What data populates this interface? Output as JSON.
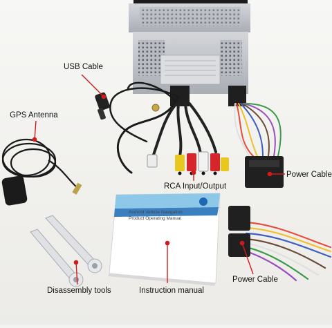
{
  "labels": {
    "usb": "USB  Cable",
    "gps": "GPS  Antenna",
    "power_top": "Power Cable",
    "rca": "RCA Input/Output",
    "disassembly": "Disassembly tools",
    "manual": "Instruction manual",
    "power_bottom": "Power Cable"
  },
  "manual_cover": {
    "line1": "Android Vehicle Navigation",
    "line2": "Product Operating Manual"
  },
  "colors": {
    "background": "#f3f3f1",
    "label_dot": "#d31a1a",
    "leader_line": "#d31a1a",
    "unit_metal": "#b9bcc2",
    "cable_black": "#1a1a1a",
    "rca_red": "#d7262b",
    "rca_yellow": "#e8c81e",
    "rca_white": "#f2f2f2",
    "connector_black": "#202020"
  }
}
